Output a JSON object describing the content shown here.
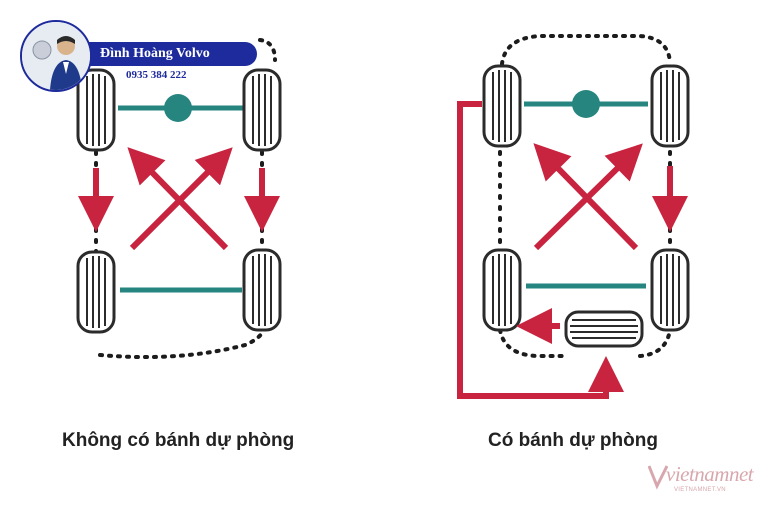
{
  "captions": {
    "left": "Không có bánh dự phòng",
    "right": "Có bánh dự phòng"
  },
  "badge": {
    "name": "Đình Hoàng Volvo",
    "phone": "0935 384 222"
  },
  "watermark": {
    "text": "vietnamnet",
    "subtext": "VIETNAMNET.VN"
  },
  "colors": {
    "arrow": "#c8233f",
    "axle": "#26857f",
    "tire_outline": "#2b2b2b",
    "dots": "#1c1c1c",
    "badge_blue": "#1d2b9c"
  }
}
